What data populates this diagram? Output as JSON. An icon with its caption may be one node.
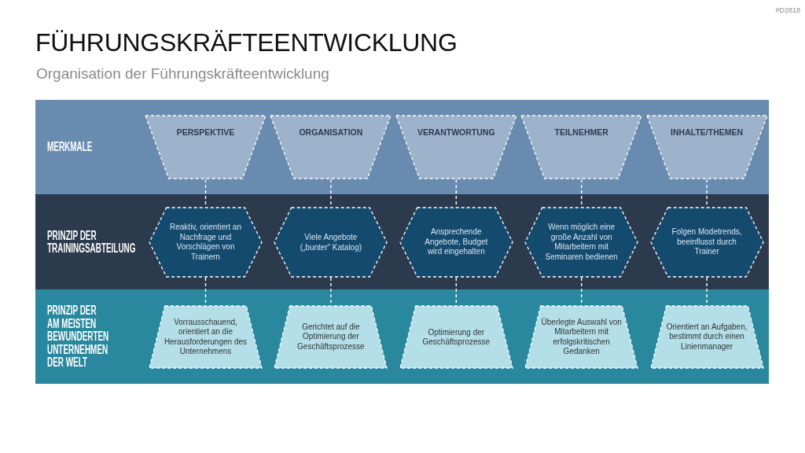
{
  "diagram": {
    "title": "FÜHRUNGSKRÄFTEENTWICKLUNG",
    "nodes": [
      {
        "text": [
          "MERKMALE"
        ]
      },
      {
        "text": [
          "PERSPEKTIVE"
        ],
        "in": 0
      },
      {
        "text": [
          "ORGANISATION"
        ],
        "in": 0
      },
      {
        "text": [
          "VERANTWORTUNG"
        ],
        "in": 0
      },
      {
        "text": [
          "TEILNEHMER"
        ],
        "in": 0
      },
      {
        "text": [
          "INHALTE/THEMEN"
        ],
        "in": 0
      },
      {
        "text": [
          "PRINZIP DER TRAININGSABTEILUNG"
        ]
      },
      {
        "text": [
          "Reaktiv, orientiert an Nachfrage und Vorschlägen von Trainern"
        ],
        "in": 6
      },
      {
        "text": [
          "Viele Angebote („bunter“ Katalog)"
        ],
        "in": 6
      },
      {
        "text": [
          "Ansprechende Angebote, Budget wird eingehalten"
        ],
        "in": 6
      },
      {
        "text": [
          "Wenn möglich eine große Anzahl von Mitarbeitern mit Seminaren bedienen"
        ],
        "in": 6
      },
      {
        "text": [
          "Folgen Modetrends, beeinflusst durch Trainer"
        ],
        "in": 6
      },
      {
        "text": [
          "PRINZIP DER AM MEISTEN BEWUNDERTEN UNTERNEHMEN DER WELT"
        ]
      },
      {
        "text": [
          "Vorrausschauend, orientiert an die Herausforderungen des Unternehmens"
        ],
        "in": 12
      },
      {
        "text": [
          "Gerichtet auf die Optimierung der Geschäftsprozesse"
        ],
        "in": 12
      },
      {
        "text": [
          "Optimierung der Geschäftsprozesse"
        ],
        "in": 12
      },
      {
        "text": [
          "Überlegte Auswahl von Mitarbeitern mit erfolgskritischen Gedanken"
        ],
        "in": 12
      },
      {
        "text": [
          "Orientiert an Aufgaben, bestimmt durch einen Linienmanager"
        ],
        "in": 12
      }
    ],
    "edges": [
      {
        "from": 1,
        "to": 7,
        "arrow": "none",
        "style": "dashed"
      },
      {
        "from": 2,
        "to": 8,
        "arrow": "none",
        "style": "dashed"
      },
      {
        "from": 3,
        "to": 9,
        "arrow": "none",
        "style": "dashed"
      },
      {
        "from": 4,
        "to": 10,
        "arrow": "none",
        "style": "dashed"
      },
      {
        "from": 5,
        "to": 11,
        "arrow": "none",
        "style": "dashed"
      },
      {
        "from": 7,
        "to": 13,
        "arrow": "none",
        "style": "dashed"
      },
      {
        "from": 8,
        "to": 14,
        "arrow": "none",
        "style": "dashed"
      },
      {
        "from": 9,
        "to": 15,
        "arrow": "none",
        "style": "dashed"
      },
      {
        "from": 10,
        "to": 16,
        "arrow": "none",
        "style": "dashed"
      },
      {
        "from": 11,
        "to": 17,
        "arrow": "none",
        "style": "dashed"
      }
    ],
    "labels": [
      "#D2818",
      "Organisation der Führungskräfteentwicklung"
    ]
  }
}
